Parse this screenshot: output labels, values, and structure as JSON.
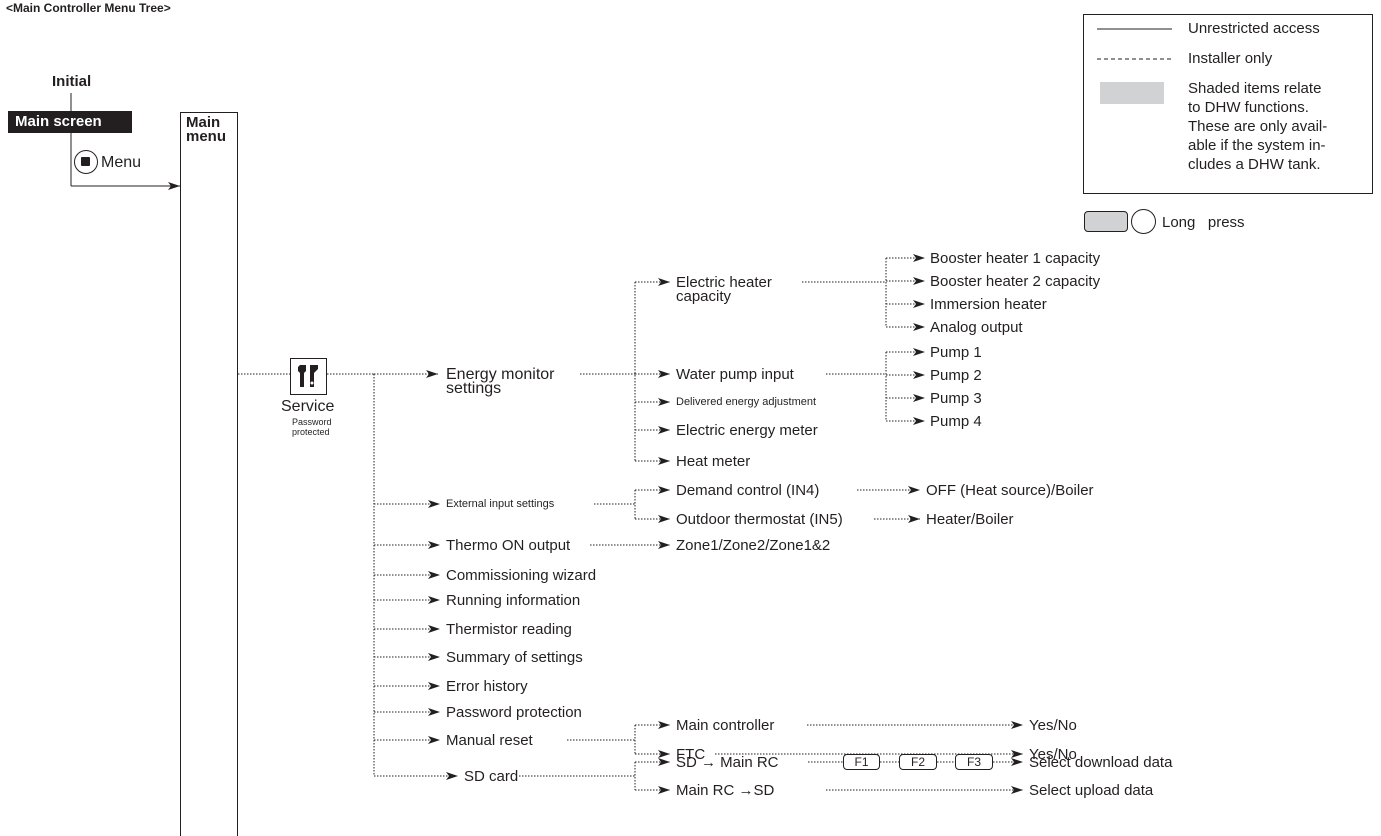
{
  "title": "<Main Controller Menu Tree>",
  "legend": {
    "unrestricted": "Unrestricted access",
    "installer": "Installer only",
    "shaded": "Shaded items relate to DHW functions. These are only avail-able if the system in-cludes a DHW tank.",
    "shaded_lines": [
      "Shaded items relate",
      "to DHW functions.",
      "These are only avail-",
      "able if the system in-",
      "cludes a DHW tank."
    ],
    "long_press": "Long   press"
  },
  "nodes": {
    "initial": "Initial",
    "main_screen": "Main screen",
    "menu_button": "Menu",
    "main_menu": [
      "Main",
      "menu"
    ],
    "service": "Service",
    "password_protected": [
      "Password",
      "protected"
    ],
    "energy_monitor_settings": [
      "Energy monitor",
      "settings"
    ],
    "electric_heater_capacity": [
      "Electric heater",
      "capacity"
    ],
    "booster_heater_1": "Booster heater 1 capacity",
    "booster_heater_2": "Booster heater 2 capacity",
    "immersion_heater": "Immersion heater",
    "analog_output": "Analog output",
    "water_pump_input": "Water pump input",
    "pump_1": "Pump 1",
    "pump_2": "Pump 2",
    "pump_3": "Pump 3",
    "pump_4": "Pump 4",
    "delivered_energy_adjustment": "Delivered energy adjustment",
    "electric_energy_meter": "Electric energy meter",
    "heat_meter": "Heat meter",
    "external_input_settings": "External input settings",
    "demand_control": "Demand control (IN4)",
    "off_heat_source_boiler": "OFF (Heat source)/Boiler",
    "outdoor_thermostat": "Outdoor thermostat (IN5)",
    "heater_boiler": "Heater/Boiler",
    "thermo_on_output": "Thermo ON output",
    "zone_options": "Zone1/Zone2/Zone1&2",
    "commissioning_wizard": "Commissioning wizard",
    "running_information": "Running information",
    "thermistor_reading": "Thermistor reading",
    "summary_of_settings": "Summary of settings",
    "error_history": "Error history",
    "password_protection": "Password protection",
    "manual_reset": "Manual reset",
    "main_controller": "Main controller",
    "yes_no_1": "Yes/No",
    "ftc": "FTC",
    "yes_no_2": "Yes/No",
    "sd_card": "SD card",
    "sd_to_main_rc": "SD → Main RC",
    "f1": "F1",
    "f2": "F2",
    "f3": "F3",
    "select_download_data": "Select download data",
    "main_rc_to_sd": "Main RC →SD",
    "select_upload_data": "Select upload data"
  }
}
